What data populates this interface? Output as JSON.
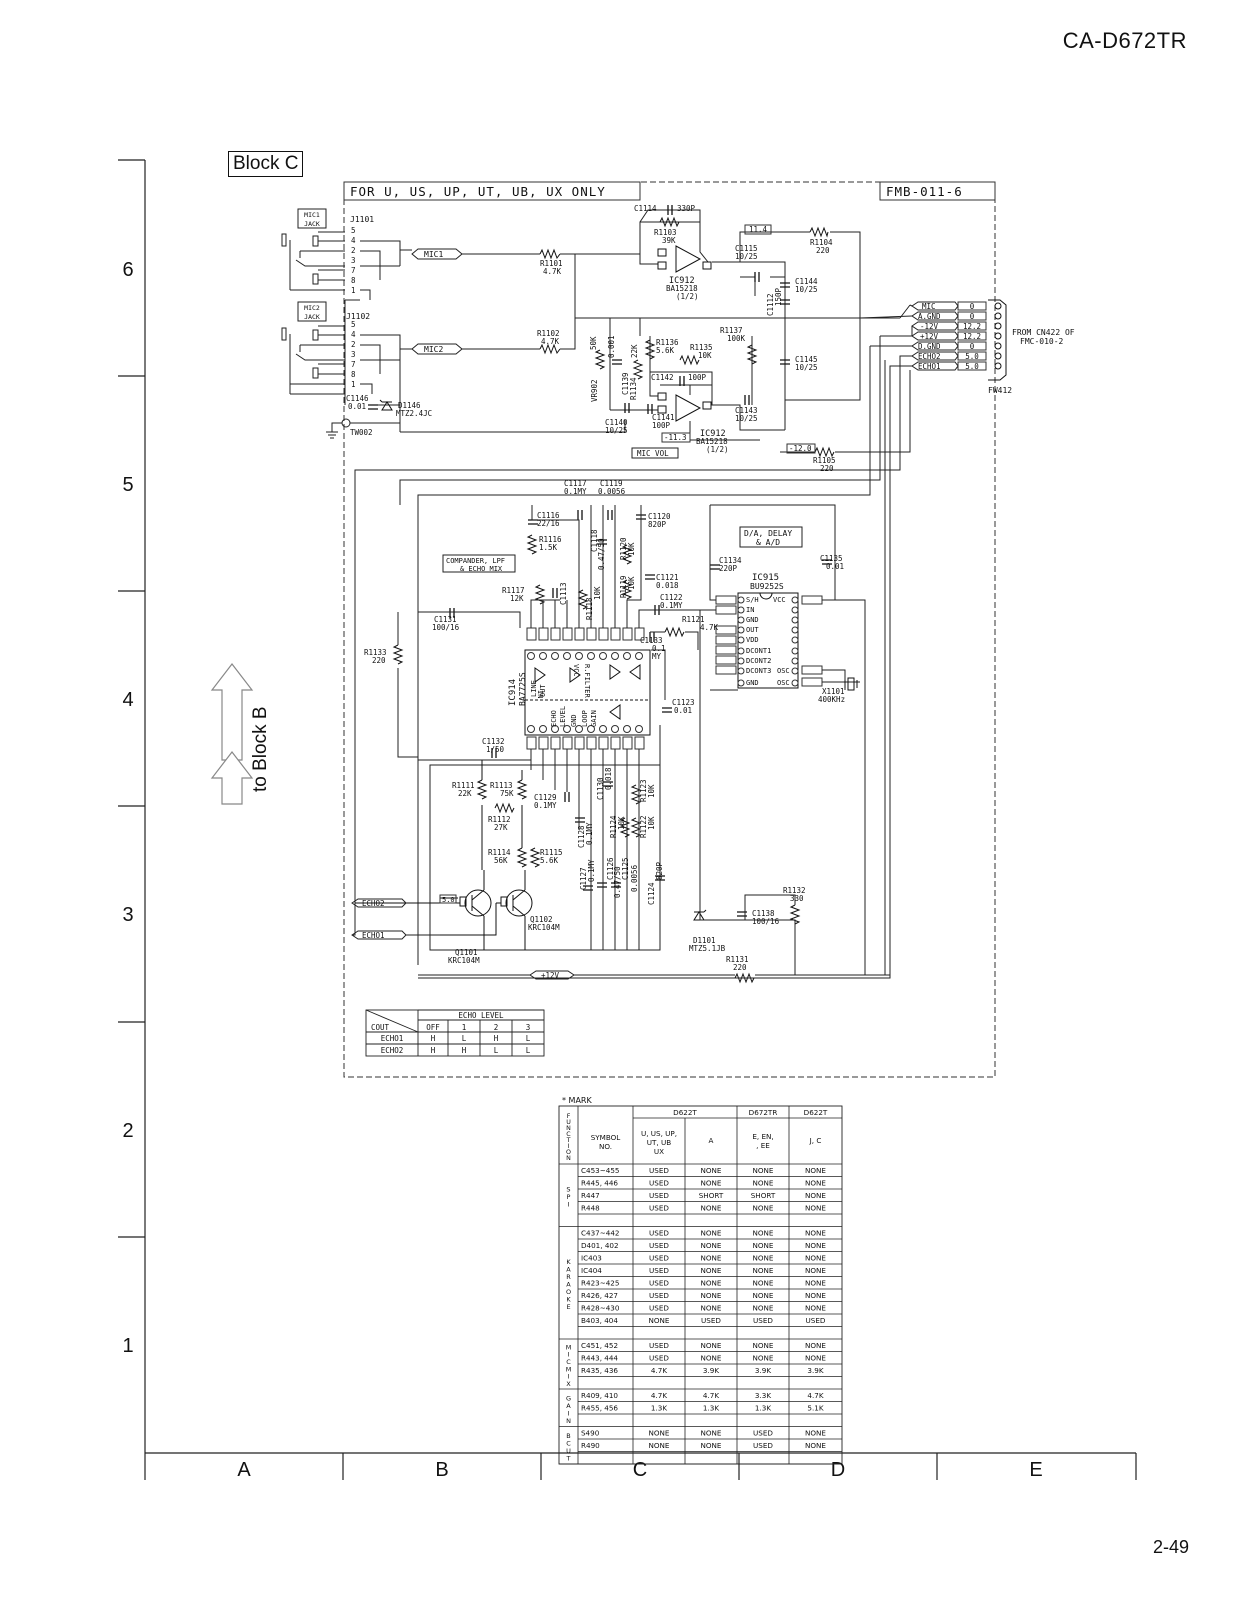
{
  "header": {
    "model": "CA-D672TR",
    "page_number": "2-49",
    "block_label": "Block C"
  },
  "grid": {
    "rows": [
      "6",
      "5",
      "4",
      "3",
      "2",
      "1"
    ],
    "columns": [
      "A",
      "B",
      "C",
      "D",
      "E"
    ]
  },
  "schematic": {
    "region_note": "FOR U, US, UP, UT, UB, UX ONLY",
    "board": "FMB-011-6",
    "arrow_label": "to Block B",
    "jacks": {
      "mic1_jack": [
        "MIC1",
        "JACK"
      ],
      "mic1_ref": "J1101",
      "mic2_jack": [
        "MIC2",
        "JACK"
      ],
      "mic2_ref": "J1102",
      "pins": [
        "5",
        "4",
        "2",
        "3",
        "7",
        "8",
        "1"
      ]
    },
    "nets": {
      "mic1": "MIC1",
      "mic2": "MIC2",
      "mic": "MIC",
      "agnd": "A.GND",
      "neg12": "-12V",
      "pos12": "+12V",
      "dgnd": "D.GND",
      "echo2": "ECHO2",
      "echo1": "ECHO1",
      "plus12": "+12V"
    },
    "connector": {
      "ref": "FW412",
      "pins": [
        "0",
        "0",
        "12.2",
        "12.2",
        "0",
        "5.0",
        "5.0"
      ],
      "note1": "FROM CN422 OF",
      "note2": "FMC-010-2"
    },
    "voltages": {
      "v11_4": "11.4",
      "vm11_3": "-11.3",
      "vm12_0": "-12.0",
      "v5_0": "5.0"
    },
    "parts": {
      "c1114": "C1114",
      "c1114v": "330P",
      "r1103": "R1103",
      "r1103v": "39K",
      "r1104": "R1104",
      "r1104v": "220",
      "c1115": "C1115",
      "c1115v": "10/25",
      "c1144": "C1144",
      "c1144v": "10/25",
      "c1112": "C1112",
      "c1112v": "150P",
      "r1101": "R1101",
      "r1101v": "4.7K",
      "r1102": "R1102",
      "r1102v": "4.7K",
      "ic912a": "IC912",
      "ic912a_part": "BA15218",
      "ic912a_half": "(1/2)",
      "ic912b": "IC912",
      "ic912b_part": "BA15218",
      "ic912b_half": "(1/2)",
      "r1136": "R1136",
      "r1136v": "5.6K",
      "r1135": "R1135",
      "r1135v": "10K",
      "r1137": "R1137",
      "r1137v": "100K",
      "c1145": "C1145",
      "c1145v": "10/25",
      "vr902": "VR902",
      "vr902v": "50K",
      "c1139": "C1139",
      "c1139v": "0.001",
      "r1134": "R1134",
      "r1134v": "22K",
      "c1142": "C1142",
      "c1142v": "100P",
      "c1141": "C1141",
      "c1141v": "100P",
      "c1140": "C1140",
      "c1140v": "10/25",
      "c1143": "C1143",
      "c1143v": "10/25",
      "mic_vol": "MIC VOL",
      "r1105": "R1105",
      "r1105v": "220",
      "c1146": "C1146",
      "c1146v": "0.01",
      "d1146": "D1146",
      "d1146v": "MTZ2.4JC",
      "tw002": "TW002",
      "c1117": "C1117",
      "c1117v": "0.1MY",
      "c1119": "C1119",
      "c1119v": "0.0056",
      "c1116": "C1116",
      "c1116v": "22/16",
      "c1120": "C1120",
      "c1120v": "820P",
      "r1116": "R1116",
      "r1116v": "1.5K",
      "c1118": "C1118",
      "c1118v": "0.47/50",
      "r1120": "R1120",
      "r1120v": "10K",
      "r1119": "R1119",
      "r1119v": "10K",
      "r1118": "R1118",
      "r1118v": "10K",
      "c1121": "C1121",
      "c1121v": "0.018",
      "c1122": "C1122",
      "c1122v": "0.1MY",
      "compander1": "COMPANDER, LPF",
      "compander2": "& ECHO MIX",
      "r1117": "R1117",
      "r1117v": "12K",
      "c1113": "C1113",
      "c1131": "C1131",
      "c1131v": "100/16",
      "r1133": "R1133",
      "r1133v": "220",
      "ic914": "IC914",
      "ic914_part": "BA7725S",
      "c1133": "C1133",
      "c1133v": "0.1",
      "c1133m": "MY",
      "c1123": "C1123",
      "c1123v": "0.01",
      "r1121": "R1121",
      "r1121v": "4.7K",
      "c1134": "C1134",
      "c1134v": "220P",
      "da1": "D/A, DELAY",
      "da2": "& A/D",
      "ic915": "IC915",
      "ic915_part": "BU9252S",
      "c1135": "C1135",
      "c1135v": "0.01",
      "x1101": "X1101",
      "x1101v": "400KHz",
      "c1132": "C1132",
      "c1132v": "1/50",
      "r1111": "R1111",
      "r1111v": "22K",
      "r1113": "R1113",
      "r1113v": "75K",
      "c1129": "C1129",
      "c1129v": "0.1MY",
      "r1112": "R1112",
      "r1112v": "27K",
      "c1130": "C1130",
      "c1130v": "0.018",
      "r1123": "R1123",
      "r1123v": "10K",
      "c1128": "C1128",
      "c1128v": "0.1MY",
      "r1124": "R1124",
      "r1124v": "10K",
      "r1122": "R1122",
      "r1122v": "10K",
      "r1114": "R1114",
      "r1114v": "56K",
      "r1115": "R1115",
      "r1115v": "5.6K",
      "c1127": "C1127",
      "c1127v": "0.1MY",
      "c1126": "C1126",
      "c1126v": "0.47/50",
      "c1125": "C1125",
      "c1125v": "0.0056",
      "c1124": "C1124",
      "c1124v": "820P",
      "q1101": "Q1101",
      "q1101v": "KRC104M",
      "q1102": "Q1102",
      "q1102v": "KRC104M",
      "r1132": "R1132",
      "r1132v": "330",
      "c1138": "C1138",
      "c1138v": "100/16",
      "d1101": "D1101",
      "d1101v": "MTZ5.1JB",
      "r1131": "R1131",
      "r1131v": "220"
    },
    "ic915_pins": [
      "S/H",
      "IN",
      "GND",
      "OUT",
      "VDD",
      "DCONT1",
      "DCONT2",
      "DCONT3",
      "GND"
    ],
    "ic915_right": [
      "VCC",
      "OSC",
      "OSC"
    ],
    "ic914_labels": [
      "IN",
      "VCC",
      "R.FILTER",
      "LINE",
      "OUT",
      "ECHO",
      "LEVEL",
      "GND",
      "LOOP",
      "GAIN"
    ]
  },
  "echo_table": {
    "title": "ECHO LEVEL",
    "header": [
      "COUT",
      "OFF",
      "1",
      "2",
      "3"
    ],
    "rows": [
      {
        "name": "ECHO1",
        "values": [
          "H",
          "L",
          "H",
          "L"
        ]
      },
      {
        "name": "ECHO2",
        "values": [
          "H",
          "H",
          "L",
          "L"
        ]
      }
    ]
  },
  "mark_table": {
    "caption": "* MARK",
    "function_header": "FUNCTION",
    "symbol_header": "SYMBOL NO.",
    "group_headers": [
      "D622T",
      "D672TR",
      "D622T"
    ],
    "sub_headers": [
      "U, US, UP, UT, UB UX",
      "A",
      "E, EN, B, EE",
      "J, C"
    ],
    "sections": [
      {
        "name": "SPI",
        "rows": [
          [
            "C453~455",
            "USED",
            "NONE",
            "NONE",
            "NONE"
          ],
          [
            "R445, 446",
            "USED",
            "NONE",
            "NONE",
            "NONE"
          ],
          [
            "R447",
            "USED",
            "SHORT",
            "SHORT",
            "NONE"
          ],
          [
            "R448",
            "USED",
            "NONE",
            "NONE",
            "NONE"
          ]
        ]
      },
      {
        "name": "KARAOKE",
        "rows": [
          [
            "C437~442",
            "USED",
            "NONE",
            "NONE",
            "NONE"
          ],
          [
            "D401, 402",
            "USED",
            "NONE",
            "NONE",
            "NONE"
          ],
          [
            "IC403",
            "USED",
            "NONE",
            "NONE",
            "NONE"
          ],
          [
            "IC404",
            "USED",
            "NONE",
            "NONE",
            "NONE"
          ],
          [
            "R423~425",
            "USED",
            "NONE",
            "NONE",
            "NONE"
          ],
          [
            "R426, 427",
            "USED",
            "NONE",
            "NONE",
            "NONE"
          ],
          [
            "R428~430",
            "USED",
            "NONE",
            "NONE",
            "NONE"
          ],
          [
            "B403, 404",
            "NONE",
            "USED",
            "USED",
            "USED"
          ]
        ]
      },
      {
        "name": "MIC MIX",
        "rows": [
          [
            "C451, 452",
            "USED",
            "NONE",
            "NONE",
            "NONE"
          ],
          [
            "R443, 444",
            "USED",
            "NONE",
            "NONE",
            "NONE"
          ],
          [
            "R435, 436",
            "4.7K",
            "3.9K",
            "3.9K",
            "3.9K"
          ]
        ]
      },
      {
        "name": "GAIN",
        "rows": [
          [
            "R409, 410",
            "4.7K",
            "4.7K",
            "3.3K",
            "4.7K"
          ],
          [
            "R455, 456",
            "1.3K",
            "1.3K",
            "1.3K",
            "5.1K"
          ]
        ]
      },
      {
        "name": "B CUT",
        "rows": [
          [
            "S490",
            "NONE",
            "NONE",
            "USED",
            "NONE"
          ],
          [
            "R490",
            "NONE",
            "NONE",
            "USED",
            "NONE"
          ]
        ]
      }
    ]
  }
}
